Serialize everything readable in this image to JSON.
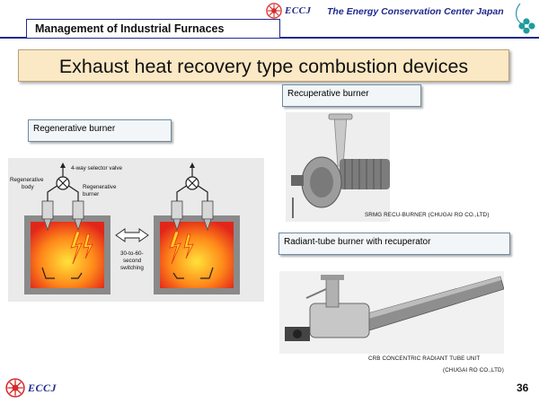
{
  "header": {
    "logo_text": "ECCJ",
    "organization": "The Energy Conservation Center Japan",
    "section_title": "Management of Industrial Furnaces"
  },
  "slide": {
    "title": "Exhaust heat recovery type combustion devices",
    "page_number": "36"
  },
  "regenerative": {
    "label": "Regenerative burner",
    "diagram": {
      "selector_valve": "4-way selector valve",
      "regenerative_body_line1": "Regenerative",
      "regenerative_body_line2": "body",
      "regenerative_burner_line1": "Regenerative",
      "regenerative_burner_line2": "burner",
      "switching_line1": "30-to-60-",
      "switching_line2": "second",
      "switching_line3": "switching"
    }
  },
  "recuperative": {
    "label": "Recuperative burner",
    "caption": "SRMG RECU-BURNER (CHUGAI RO CO.,LTD)"
  },
  "radiant": {
    "label": "Radiant-tube burner with recuperator",
    "caption_line1": "CRB CONCENTRIC RADIANT TUBE UNIT",
    "caption_line2": "(CHUGAI RO CO.,LTD)"
  },
  "footer": {
    "logo_text": "ECCJ"
  },
  "colors": {
    "brand_blue": "#1f2a8c",
    "title_fill": "#fbe8c4",
    "flame_red": "#e8341c",
    "flame_yellow": "#ffd21f"
  }
}
